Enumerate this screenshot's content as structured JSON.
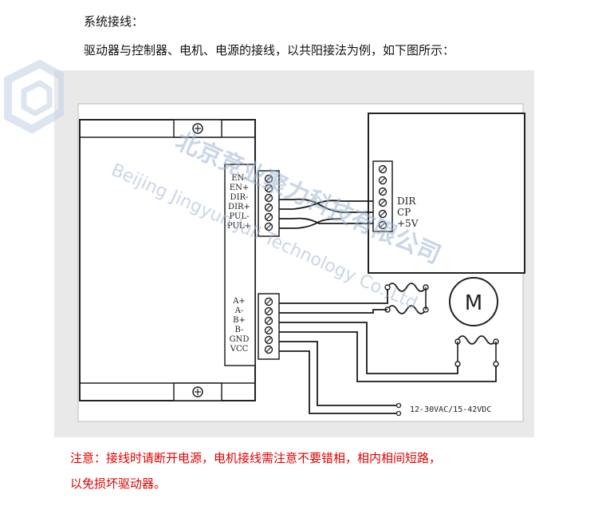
{
  "header": {
    "title": "系统接线：",
    "intro": "驱动器与控制器、电机、电源的接线，以共阳接法为例，如下图所示："
  },
  "diagram": {
    "driver_signal_terminals": [
      "EN-",
      "EN+",
      "DIR-",
      "DIR+",
      "PUL-",
      "PUL+"
    ],
    "driver_power_terminals": [
      "A+",
      "A-",
      "B+",
      "B-",
      "GND",
      "VCC"
    ],
    "controller_terminals": [
      "DIR",
      "CP",
      "+5V"
    ],
    "motor_label": "M",
    "power_label": "12-30VAC/15-42VDC",
    "watermark_cn": "北京竞业聚力科技有限公司",
    "watermark_en": "Beijing Jingyun Juli Technology Co.,Ltd."
  },
  "note": {
    "line1": "注意：接线时请断开电源，电机接线需注意不要错相，相内相间短路，",
    "line2": "以免损坏驱动器。"
  },
  "colors": {
    "note_text": "#e00000",
    "watermark": "#9fb6d3",
    "panel_bg": "#e9e9e9",
    "line": "#1a1a1a"
  }
}
